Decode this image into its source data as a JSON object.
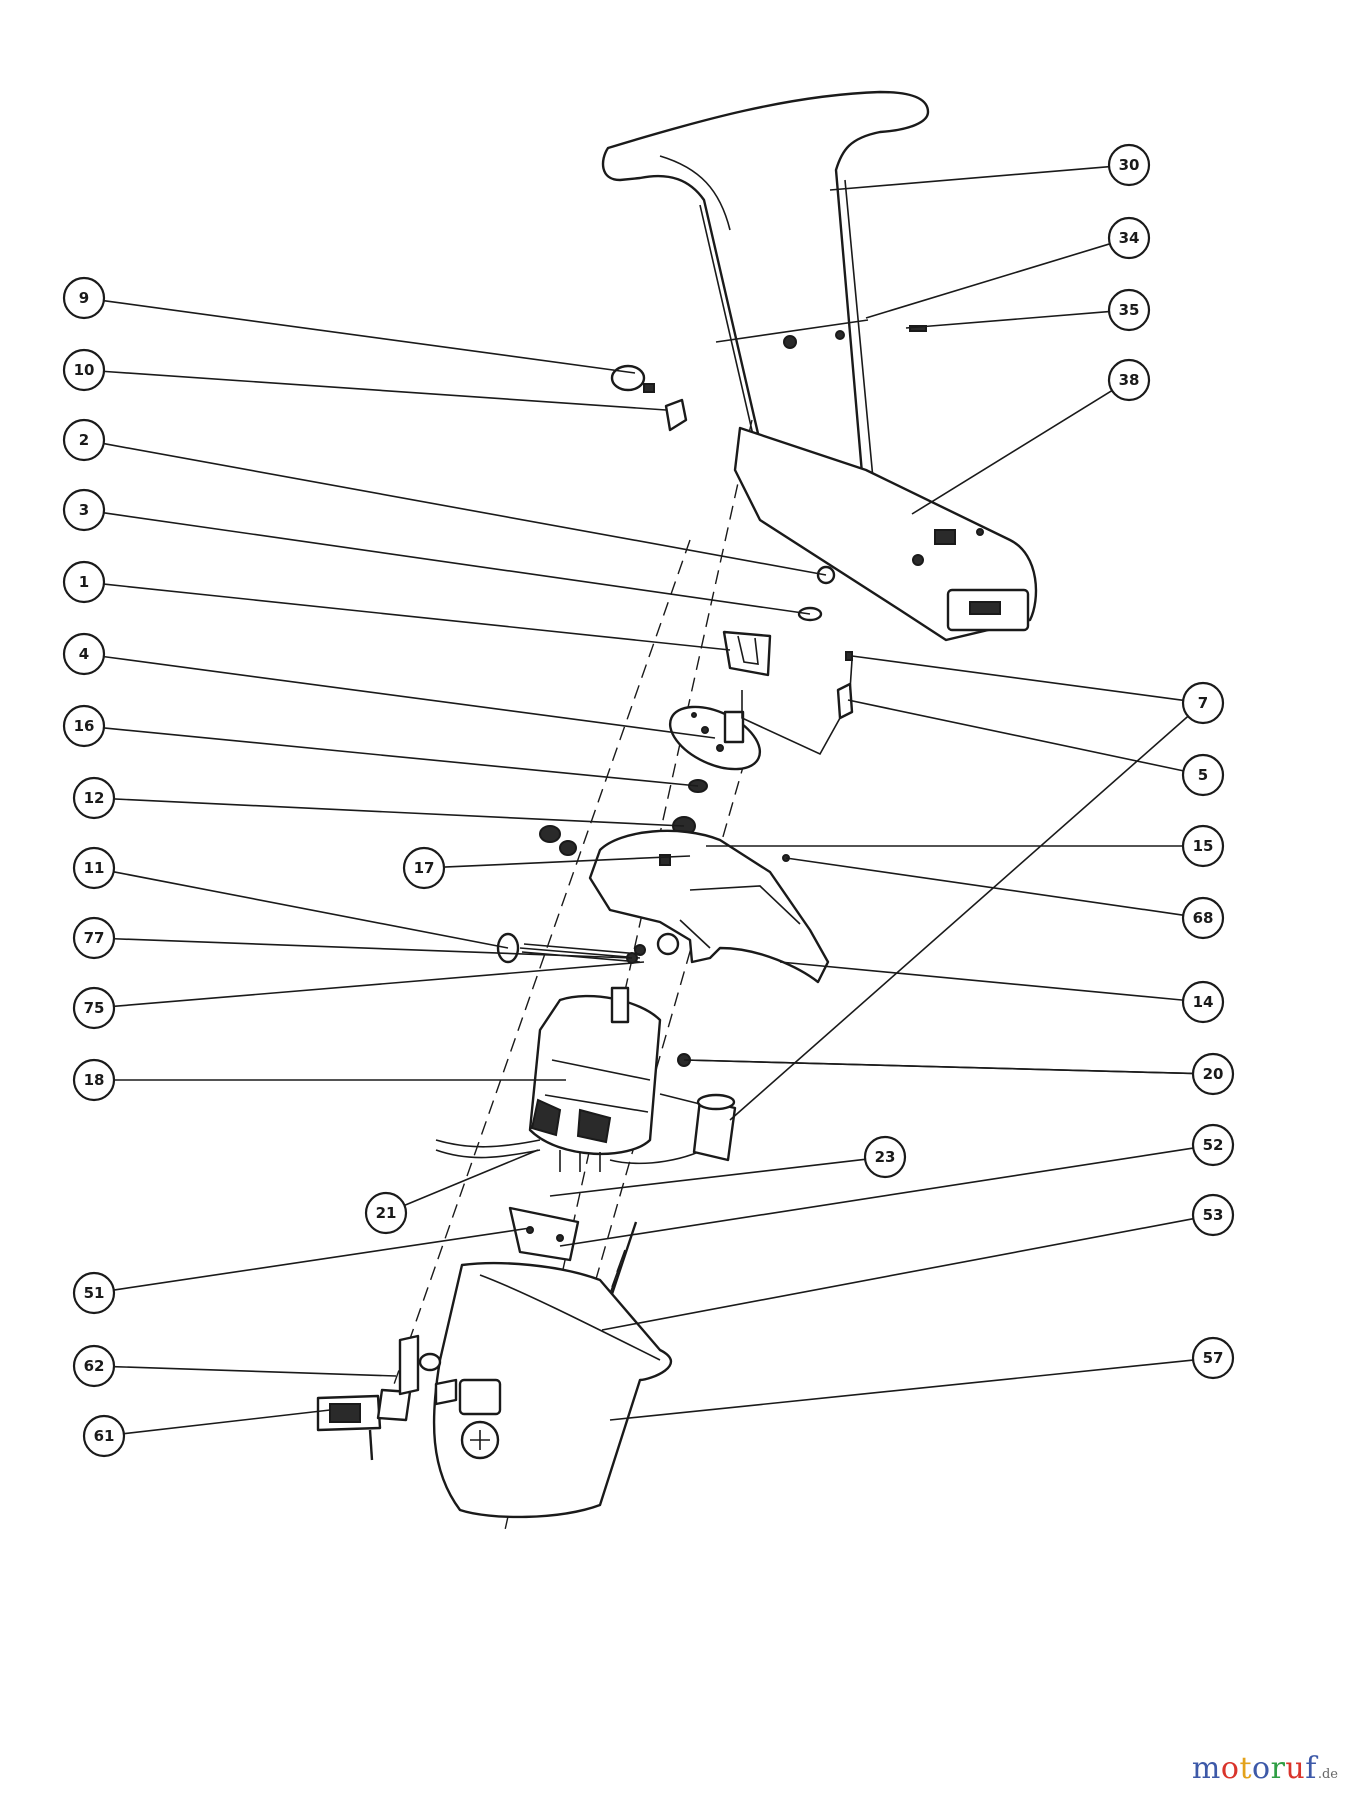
{
  "callouts": [
    {
      "label": "30"
    },
    {
      "label": "34"
    },
    {
      "label": "35"
    },
    {
      "label": "38"
    },
    {
      "label": "9"
    },
    {
      "label": "10"
    },
    {
      "label": "2"
    },
    {
      "label": "3"
    },
    {
      "label": "1"
    },
    {
      "label": "4"
    },
    {
      "label": "16"
    },
    {
      "label": "12"
    },
    {
      "label": "11"
    },
    {
      "label": "77"
    },
    {
      "label": "75"
    },
    {
      "label": "18"
    },
    {
      "label": "21"
    },
    {
      "label": "51"
    },
    {
      "label": "62"
    },
    {
      "label": "61"
    },
    {
      "label": "7"
    },
    {
      "label": "5"
    },
    {
      "label": "15"
    },
    {
      "label": "17"
    },
    {
      "label": "68"
    },
    {
      "label": "14"
    },
    {
      "label": "20"
    },
    {
      "label": "23"
    },
    {
      "label": "52"
    },
    {
      "label": "53"
    },
    {
      "label": "57"
    }
  ],
  "watermark": {
    "letters": [
      "m",
      "o",
      "t",
      "o",
      "r",
      "u",
      "f"
    ],
    "colors": [
      "#3d59a8",
      "#d9342b",
      "#e3a21a",
      "#3d59a8",
      "#2f9e44",
      "#d9342b",
      "#3d59a8"
    ],
    "suffix": ".de"
  }
}
